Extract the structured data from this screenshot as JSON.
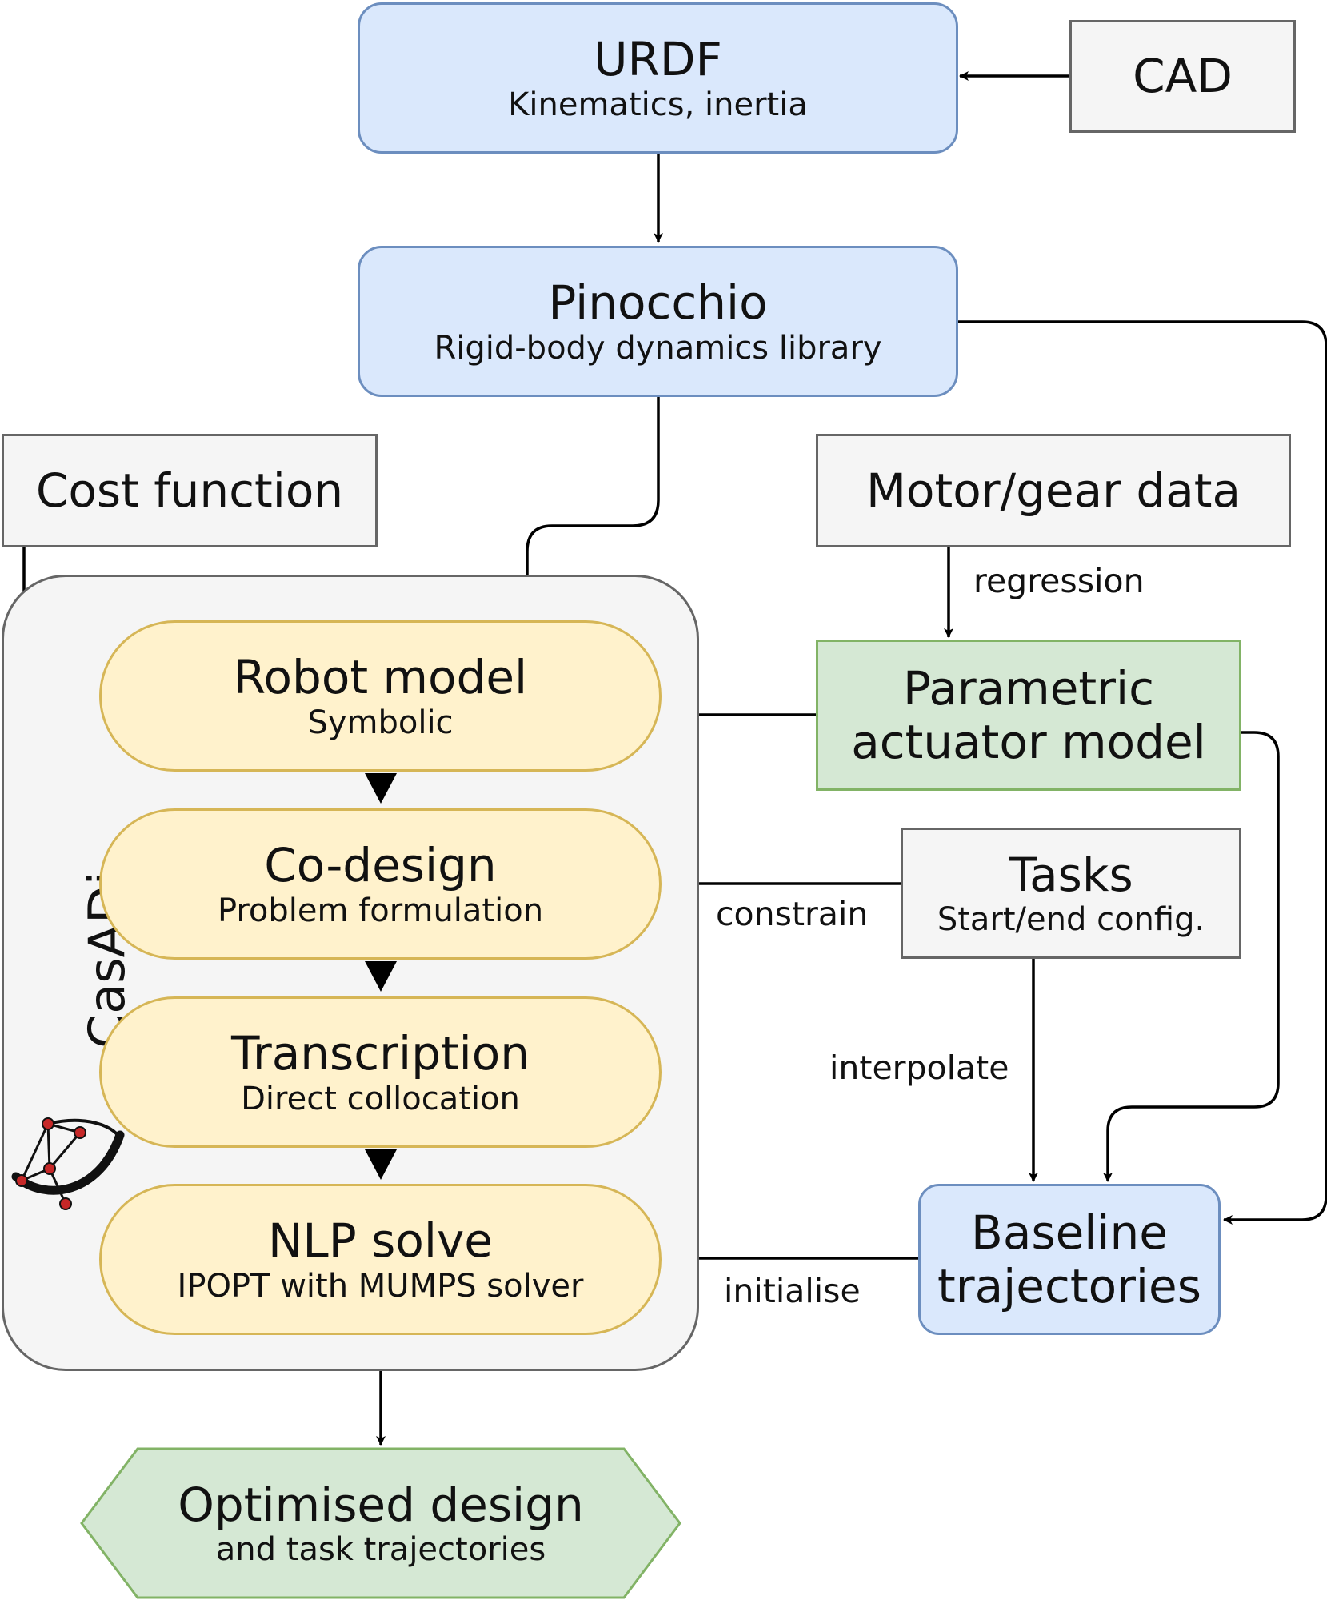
{
  "nodes": {
    "urdf": {
      "title": "URDF",
      "subtitle": "Kinematics, inertia"
    },
    "cad": {
      "title": "CAD"
    },
    "pinocchio": {
      "title": "Pinocchio",
      "subtitle": "Rigid-body dynamics library"
    },
    "cost_function": {
      "title": "Cost function"
    },
    "motor_gear": {
      "title": "Motor/gear data"
    },
    "parametric": {
      "title_line1": "Parametric",
      "title_line2": "actuator model"
    },
    "robot_model": {
      "title": "Robot model",
      "subtitle": "Symbolic"
    },
    "codesign": {
      "title": "Co-design",
      "subtitle": "Problem formulation"
    },
    "transcription": {
      "title": "Transcription",
      "subtitle": "Direct collocation"
    },
    "nlp": {
      "title": "NLP solve",
      "subtitle": "IPOPT with MUMPS solver"
    },
    "tasks": {
      "title": "Tasks",
      "subtitle": "Start/end config."
    },
    "baseline": {
      "title_line1": "Baseline",
      "title_line2": "trajectories"
    },
    "optimised": {
      "title": "Optimised design",
      "subtitle": "and task trajectories"
    }
  },
  "edge_labels": {
    "regression": "regression",
    "constrain": "constrain",
    "interpolate": "interpolate",
    "initialise": "initialise"
  },
  "casadi_label": "CasADi",
  "colors": {
    "blue_fill": "#dae8fc",
    "blue_stroke": "#6c8ebf",
    "gray_fill": "#f5f5f5",
    "gray_stroke": "#666666",
    "green_fill": "#d5e8d4",
    "green_stroke": "#82b366",
    "yellow_fill": "#fff2cc",
    "yellow_stroke": "#d6b656",
    "casadi_red": "#c62828"
  }
}
